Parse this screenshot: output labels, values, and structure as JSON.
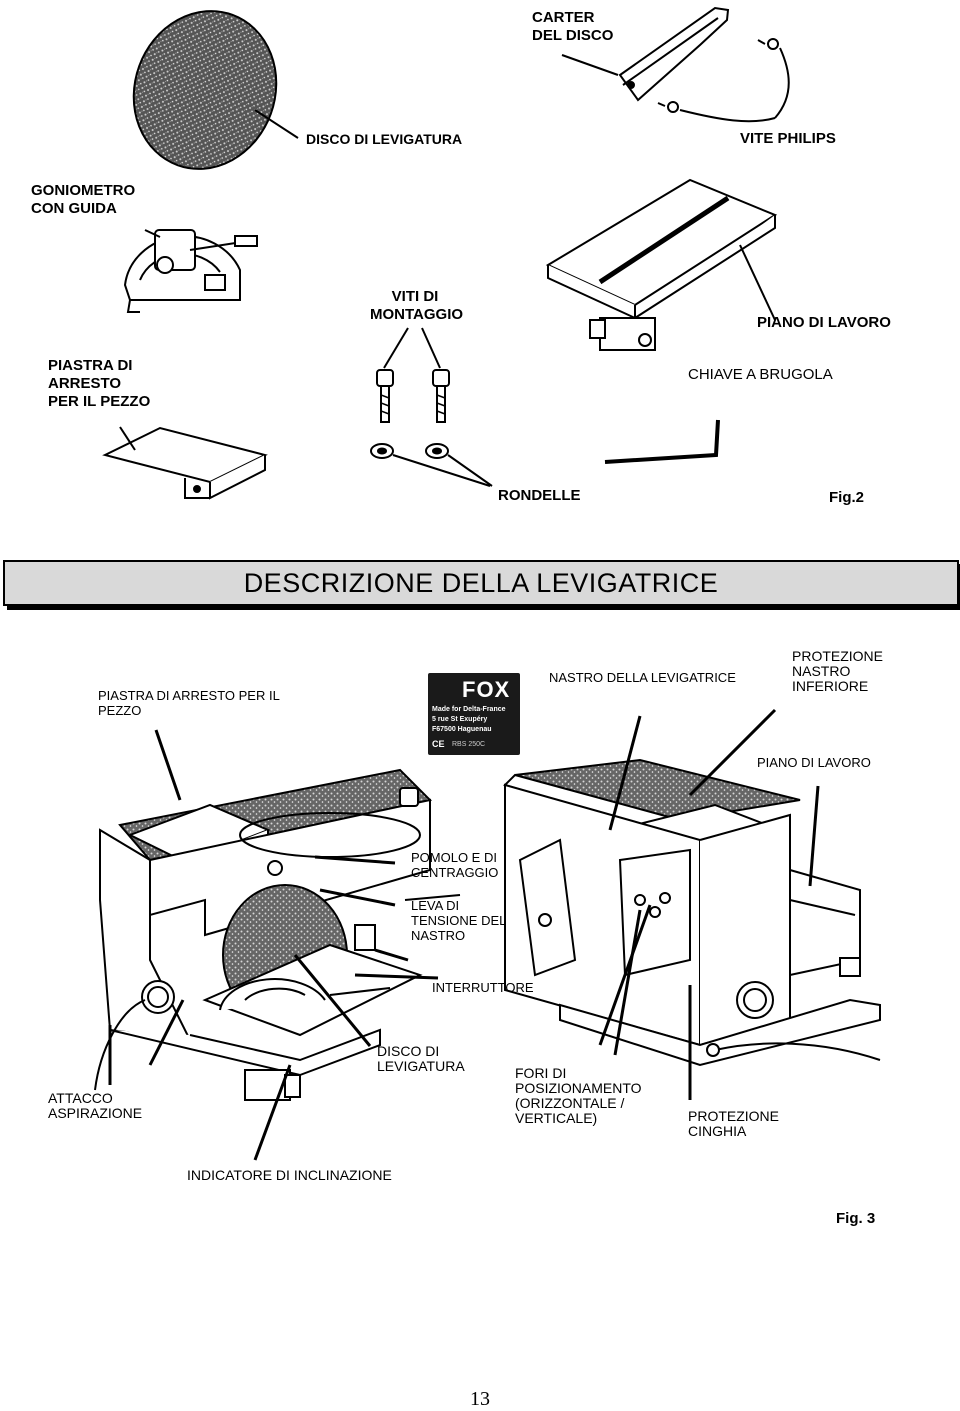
{
  "fig2": {
    "carter_disco": "CARTER\nDEL DISCO",
    "disco_levigatura": "DISCO DI LEVIGATURA",
    "vite_philips": "VITE PHILIPS",
    "goniometro": "GONIOMETRO\nCON  GUIDA",
    "viti_montaggio": "VITI DI\nMONTAGGIO",
    "piano_lavoro": "PIANO DI LAVORO",
    "piastra_arresto": "PIASTRA  DI\nARRESTO\nPER IL PEZZO",
    "chiave_brugola": "CHIAVE A BRUGOLA",
    "rondelle": "RONDELLE",
    "fig_label": "Fig.2"
  },
  "banner": {
    "title": "DESCRIZIONE DELLA LEVIGATRICE"
  },
  "fig3": {
    "piastra_arresto": "PIASTRA DI ARRESTO  PER IL\nPEZZO",
    "nastro": "NASTRO DELLA LEVIGATRICE",
    "protezione_nastro": "PROTEZIONE\nNASTRO\nINFERIORE",
    "piano_lavoro": "PIANO DI LAVORO",
    "pomolo": "POMOLO E DI\nCENTRAGGIO",
    "leva": "LEVA DI\nTENSIONE DEL\nNASTRO",
    "interruttore": "INTERRUTTORE",
    "disco": "DISCO  DI\nLEVIGATURA",
    "attacco": "ATTACCO\nASPIRAZIONE",
    "fori": "FORI DI\nPOSIZIONAMENTO\n(ORIZZONTALE /\nVERTICALE)",
    "protezione_cinghia": "PROTEZIONE\nCINGHIA",
    "indicatore": "INDICATORE  DI INCLINAZIONE",
    "fig_label": "Fig. 3"
  },
  "nameplate": {
    "brand": "FOX",
    "line1": "Made for Delta-France",
    "line2": "5 rue St Exupéry",
    "line3": "F67500 Haguenau",
    "ce": "CE",
    "model": "RBS 250C"
  },
  "page_number": "13"
}
